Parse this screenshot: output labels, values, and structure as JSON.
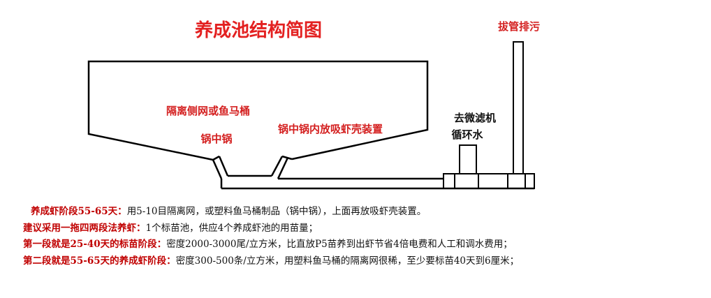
{
  "diagram": {
    "title": "养成池结构简图",
    "labels": {
      "drain": "拔管排污",
      "net": "隔离侧网或鱼马桶",
      "inner_pot": "锅中锅",
      "shell_device": "锅中锅内放吸虾壳装置",
      "filter_line1": "去微滤机",
      "filter_line2": "循环水"
    },
    "colors": {
      "title": "#e32020",
      "label_red": "#d42020",
      "label_dark": "#111111",
      "line": "#000000"
    }
  },
  "notes": [
    {
      "key": "养成虾阶段55-65天：",
      "value": "用5-10目隔离网，或塑料鱼马桶制品（锅中锅），上面再放吸虾壳装置。"
    },
    {
      "key": "建议采用一拖四两段法养虾：",
      "value": "1个标苗池，供应4个养成虾池的用苗量；"
    },
    {
      "key": "第一段就是25-40天的标苗阶段：",
      "value": "密度2000-3000尾/立方米，比直放P5苗养到出虾节省4倍电费和人工和调水费用；"
    },
    {
      "key": "第二段就是55-65天的养成虾阶段：",
      "value": "密度300-500条/立方米，用塑料鱼马桶的隔离网很稀，至少要标苗40天到6厘米；"
    }
  ]
}
